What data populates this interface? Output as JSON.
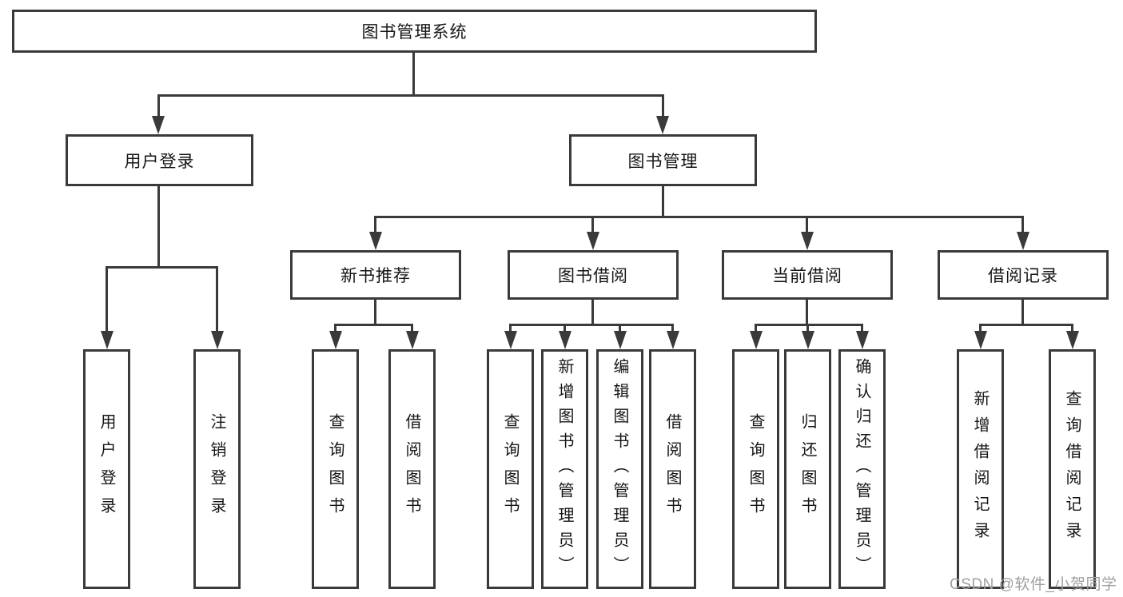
{
  "tree": {
    "label": "图书管理系统",
    "children": [
      {
        "label": "用户登录",
        "children": [
          {
            "label": "用户登录"
          },
          {
            "label": "注销登录"
          }
        ]
      },
      {
        "label": "图书管理",
        "children": [
          {
            "label": "新书推荐",
            "children": [
              {
                "label": "查询图书"
              },
              {
                "label": "借阅图书"
              }
            ]
          },
          {
            "label": "图书借阅",
            "children": [
              {
                "label": "查询图书"
              },
              {
                "label": "新增图书（管理员）"
              },
              {
                "label": "编辑图书（管理员）"
              },
              {
                "label": "借阅图书"
              }
            ]
          },
          {
            "label": "当前借阅",
            "children": [
              {
                "label": "查询图书"
              },
              {
                "label": "归还图书"
              },
              {
                "label": "确认归还（管理员）"
              }
            ]
          },
          {
            "label": "借阅记录",
            "children": [
              {
                "label": "新增借阅记录"
              },
              {
                "label": "查询借阅记录"
              }
            ]
          }
        ]
      }
    ]
  },
  "watermark": {
    "text": "CSDN @软件_小贺同学"
  },
  "colors": {
    "line": "#3a3a3a",
    "box_border": "#3a3a3a",
    "text": "#161616",
    "watermark": "#9f9f9f",
    "background": "#ffffff"
  }
}
